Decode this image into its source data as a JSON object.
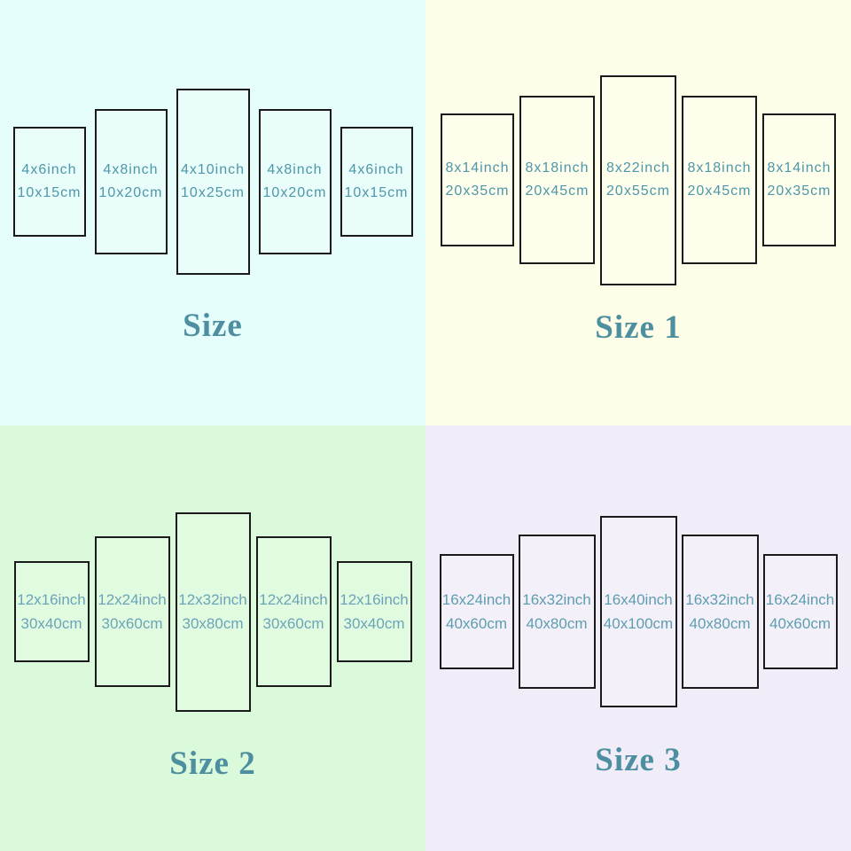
{
  "styles": {
    "panel_border_color": "#1a1a1a",
    "title_color": "#4d8fa0"
  },
  "quadrants": [
    {
      "title": "Size",
      "bg_color": "#e5fdfb",
      "label_color": "#4e97aa",
      "panels": [
        {
          "inch": "4x6inch",
          "cm": "10x15cm"
        },
        {
          "inch": "4x8inch",
          "cm": "10x20cm"
        },
        {
          "inch": "4x10inch",
          "cm": "10x25cm"
        },
        {
          "inch": "4x8inch",
          "cm": "10x20cm"
        },
        {
          "inch": "4x6inch",
          "cm": "10x15cm"
        }
      ]
    },
    {
      "title": "Size 1",
      "bg_color": "#fefee8",
      "label_color": "#4e97aa",
      "panels": [
        {
          "inch": "8x14inch",
          "cm": "20x35cm"
        },
        {
          "inch": "8x18inch",
          "cm": "20x45cm"
        },
        {
          "inch": "8x22inch",
          "cm": "20x55cm"
        },
        {
          "inch": "8x18inch",
          "cm": "20x45cm"
        },
        {
          "inch": "8x14inch",
          "cm": "20x35cm"
        }
      ]
    },
    {
      "title": "Size 2",
      "bg_color": "#dbfadb",
      "label_color": "#6ba4b6",
      "panels": [
        {
          "inch": "12x16inch",
          "cm": "30x40cm"
        },
        {
          "inch": "12x24inch",
          "cm": "30x60cm"
        },
        {
          "inch": "12x32inch",
          "cm": "30x80cm"
        },
        {
          "inch": "12x24inch",
          "cm": "30x60cm"
        },
        {
          "inch": "12x16inch",
          "cm": "30x40cm"
        }
      ]
    },
    {
      "title": "Size 3",
      "bg_color": "#f1edf8",
      "label_color": "#5e9db0",
      "panels": [
        {
          "inch": "16x24inch",
          "cm": "40x60cm"
        },
        {
          "inch": "16x32inch",
          "cm": "40x80cm"
        },
        {
          "inch": "16x40inch",
          "cm": "40x100cm"
        },
        {
          "inch": "16x32inch",
          "cm": "40x80cm"
        },
        {
          "inch": "16x24inch",
          "cm": "40x60cm"
        }
      ]
    }
  ]
}
